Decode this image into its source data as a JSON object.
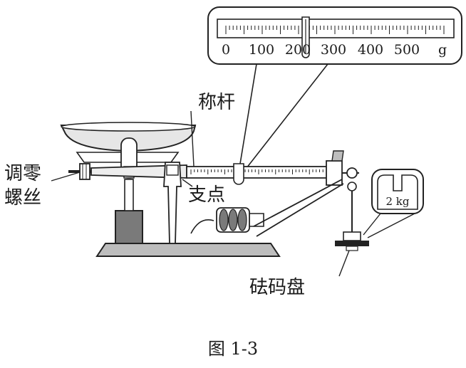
{
  "labels": {
    "beam": "称杆",
    "zero_screw_line1": "调零",
    "zero_screw_line2": "螺丝",
    "fulcrum": "支点",
    "weight_pan": "砝码盘",
    "weight": "2 kg",
    "caption": "图 1-3"
  },
  "scale": {
    "ticks": [
      "0",
      "100",
      "200",
      "300",
      "400",
      "500"
    ],
    "unit": "g"
  }
}
